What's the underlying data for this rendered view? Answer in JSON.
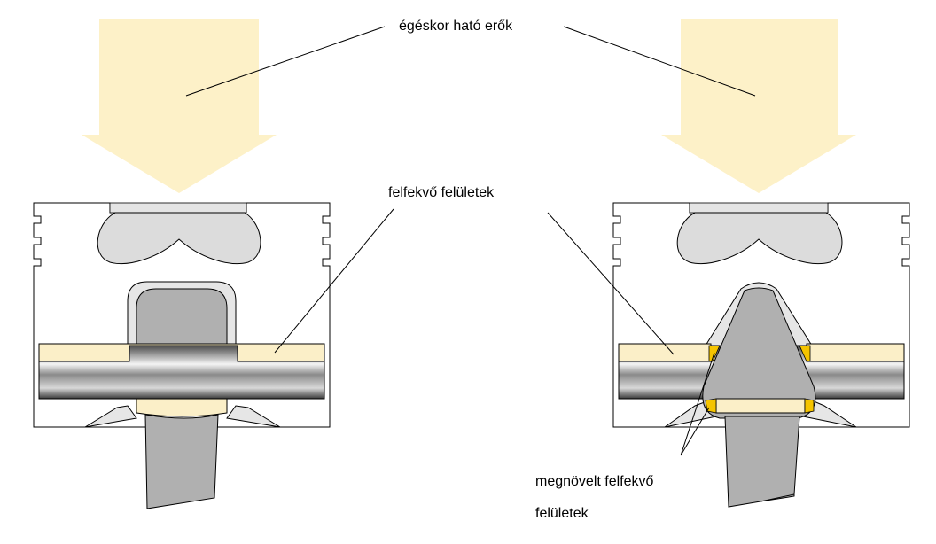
{
  "labels": {
    "forces": "égéskor ható erők",
    "bearing": "felfekvő felületek",
    "enlarged_line1": "megnövelt  felfekvő",
    "enlarged_line2": "felületek"
  },
  "colors": {
    "arrow_fill": "#fdf1c8",
    "bushing_fill": "#fbefc8",
    "rod_fill": "#b0b0b0",
    "insert_fill": "#dddddd",
    "highlight_yellow": "#f5c400",
    "outline": "#000000"
  }
}
